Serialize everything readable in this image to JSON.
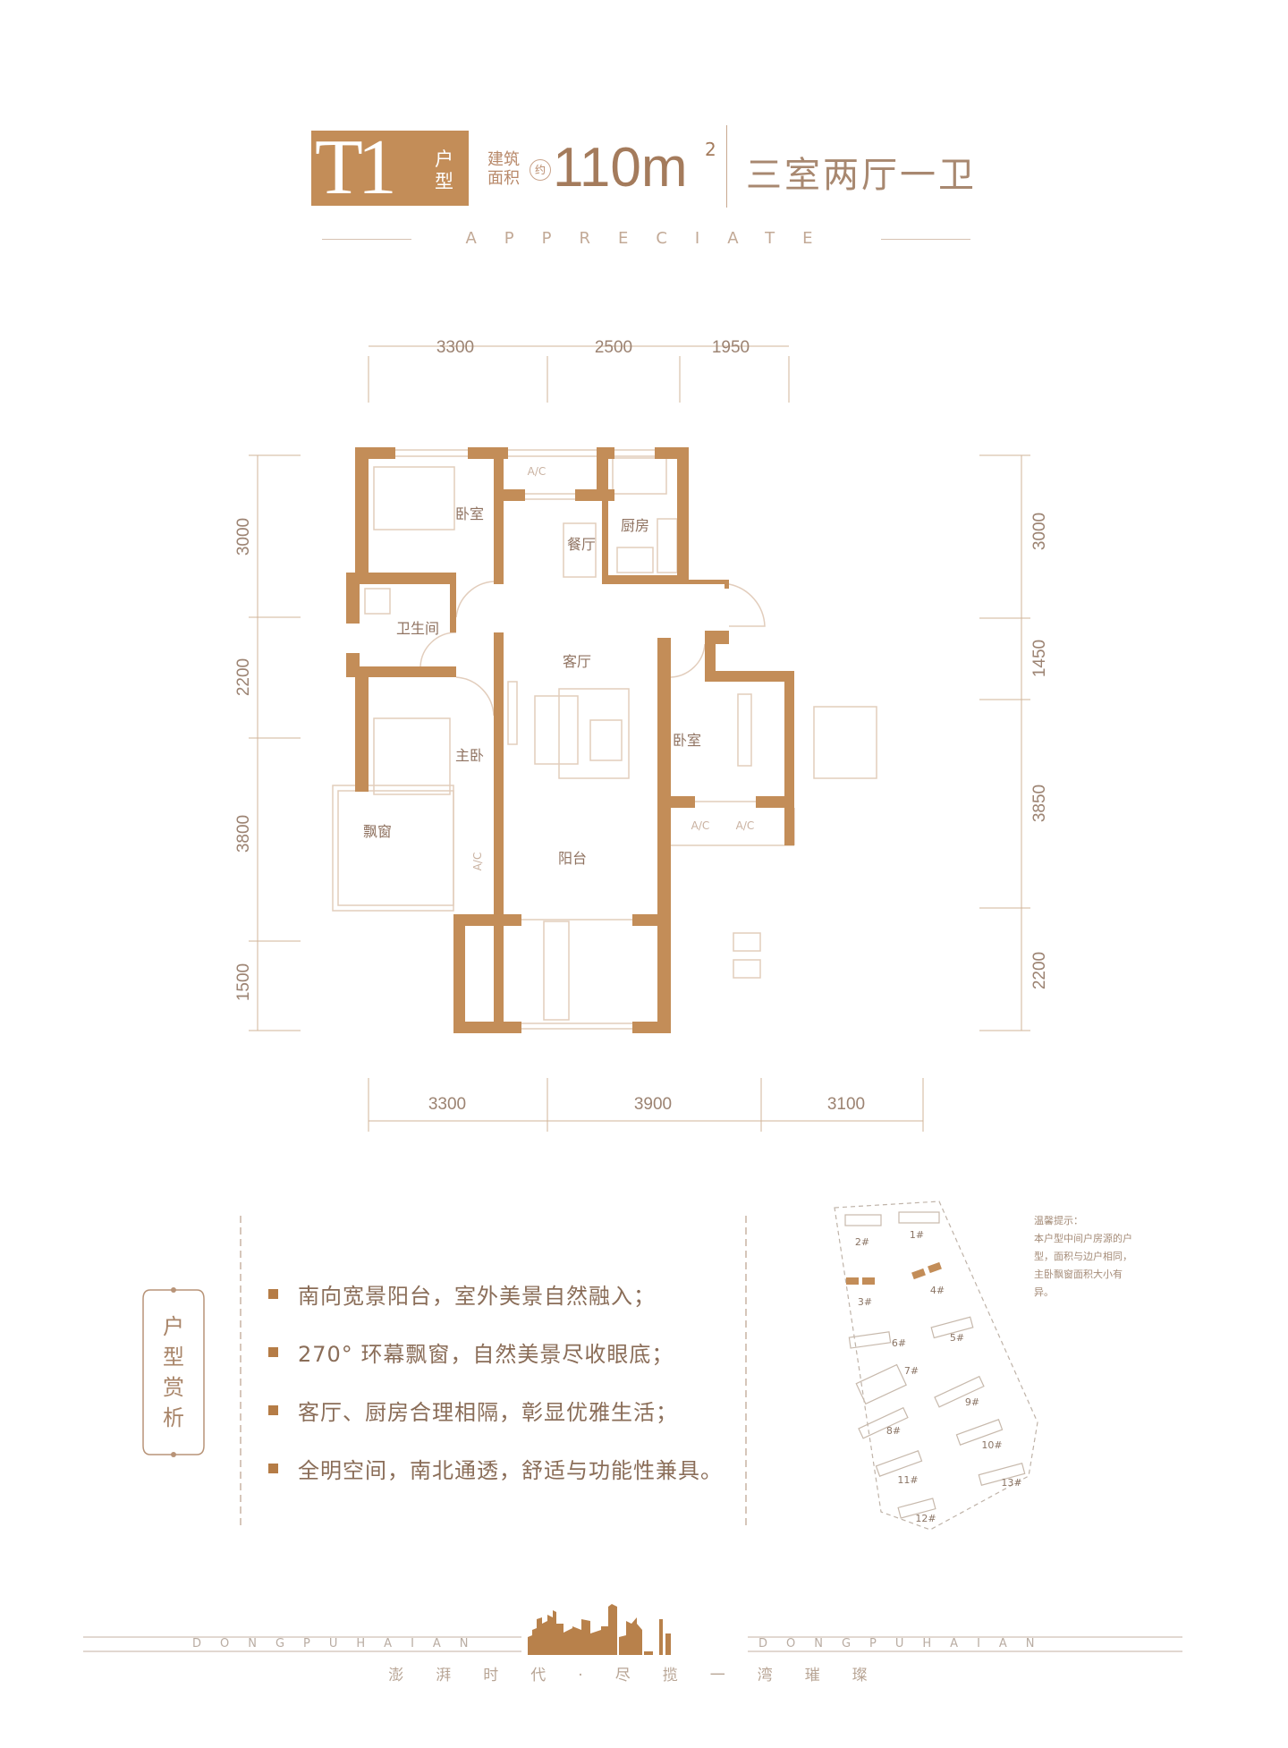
{
  "header": {
    "unit_code": "T1",
    "unit_label": "户型",
    "area_label": "建筑面积",
    "approx": "约",
    "area": "110m",
    "area_sup": "2",
    "layout_type": "三室两厅一卫",
    "subtitle": "APPRECIATE"
  },
  "dimensions": {
    "top": [
      "3300",
      "2500",
      "1950"
    ],
    "bottom": [
      "3300",
      "3900",
      "3100"
    ],
    "left": [
      "3000",
      "2200",
      "3800",
      "1500"
    ],
    "right": [
      "3000",
      "1450",
      "3850",
      "2200"
    ]
  },
  "rooms": {
    "bedroom_n": "卧室",
    "dining": "餐厅",
    "kitchen": "厨房",
    "bathroom": "卫生间",
    "living": "客厅",
    "master": "主卧",
    "bedroom_e": "卧室",
    "bay_window": "飘窗",
    "balcony": "阳台",
    "ac": "A/C"
  },
  "appreciation": {
    "label": "户型赏析",
    "points": [
      "南向宽景阳台，室外美景自然融入；",
      "270° 环幕飘窗，自然美景尽收眼底；",
      "客厅、厨房合理相隔，彰显优雅生活；",
      "全明空间，南北通透，舒适与功能性兼具。"
    ]
  },
  "site_plan": {
    "buildings": [
      "1#",
      "2#",
      "3#",
      "4#",
      "5#",
      "6#",
      "7#",
      "8#",
      "9#",
      "10#",
      "11#",
      "12#",
      "13#"
    ],
    "tips_title": "温馨提示：",
    "tips_body": "本户型中间户房源的户型，面积与边户相同，主卧飘窗面积大小有异。"
  },
  "footer": {
    "brand_en": "DONGPUHAIAN",
    "slogan": "澎湃时代·尽揽一湾璀璨"
  },
  "colors": {
    "wall": "#c38d58",
    "accent": "#b57c46"
  }
}
